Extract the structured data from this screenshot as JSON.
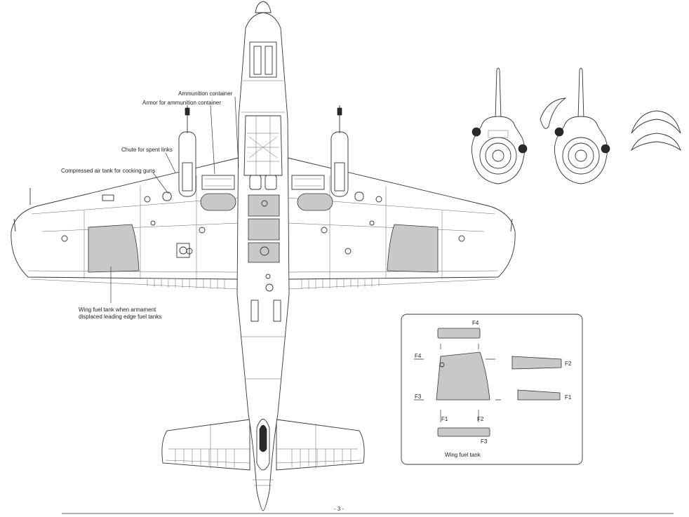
{
  "callouts": {
    "ammunition_container": "Ammunition container",
    "armor_ammunition": "Armor for ammunition container",
    "chute_spent_links": "Chute for spent links",
    "compressed_air_tank": "Compressed air tank for cocking guns",
    "wing_fuel_tank_line1": "Wing fuel tank when armament",
    "wing_fuel_tank_line2": "displaced leading edge fuel tanks"
  },
  "inset": {
    "title": "Wing fuel tank",
    "labels": {
      "f4_top": "F4",
      "f4_left": "F4",
      "f3_left": "F3",
      "f3_bottom": "F3",
      "f2_right": "F2",
      "f1_right": "F1",
      "f1_under": "F1",
      "f2_under": "F2"
    }
  },
  "footer": {
    "page_number": "- 3 -"
  }
}
